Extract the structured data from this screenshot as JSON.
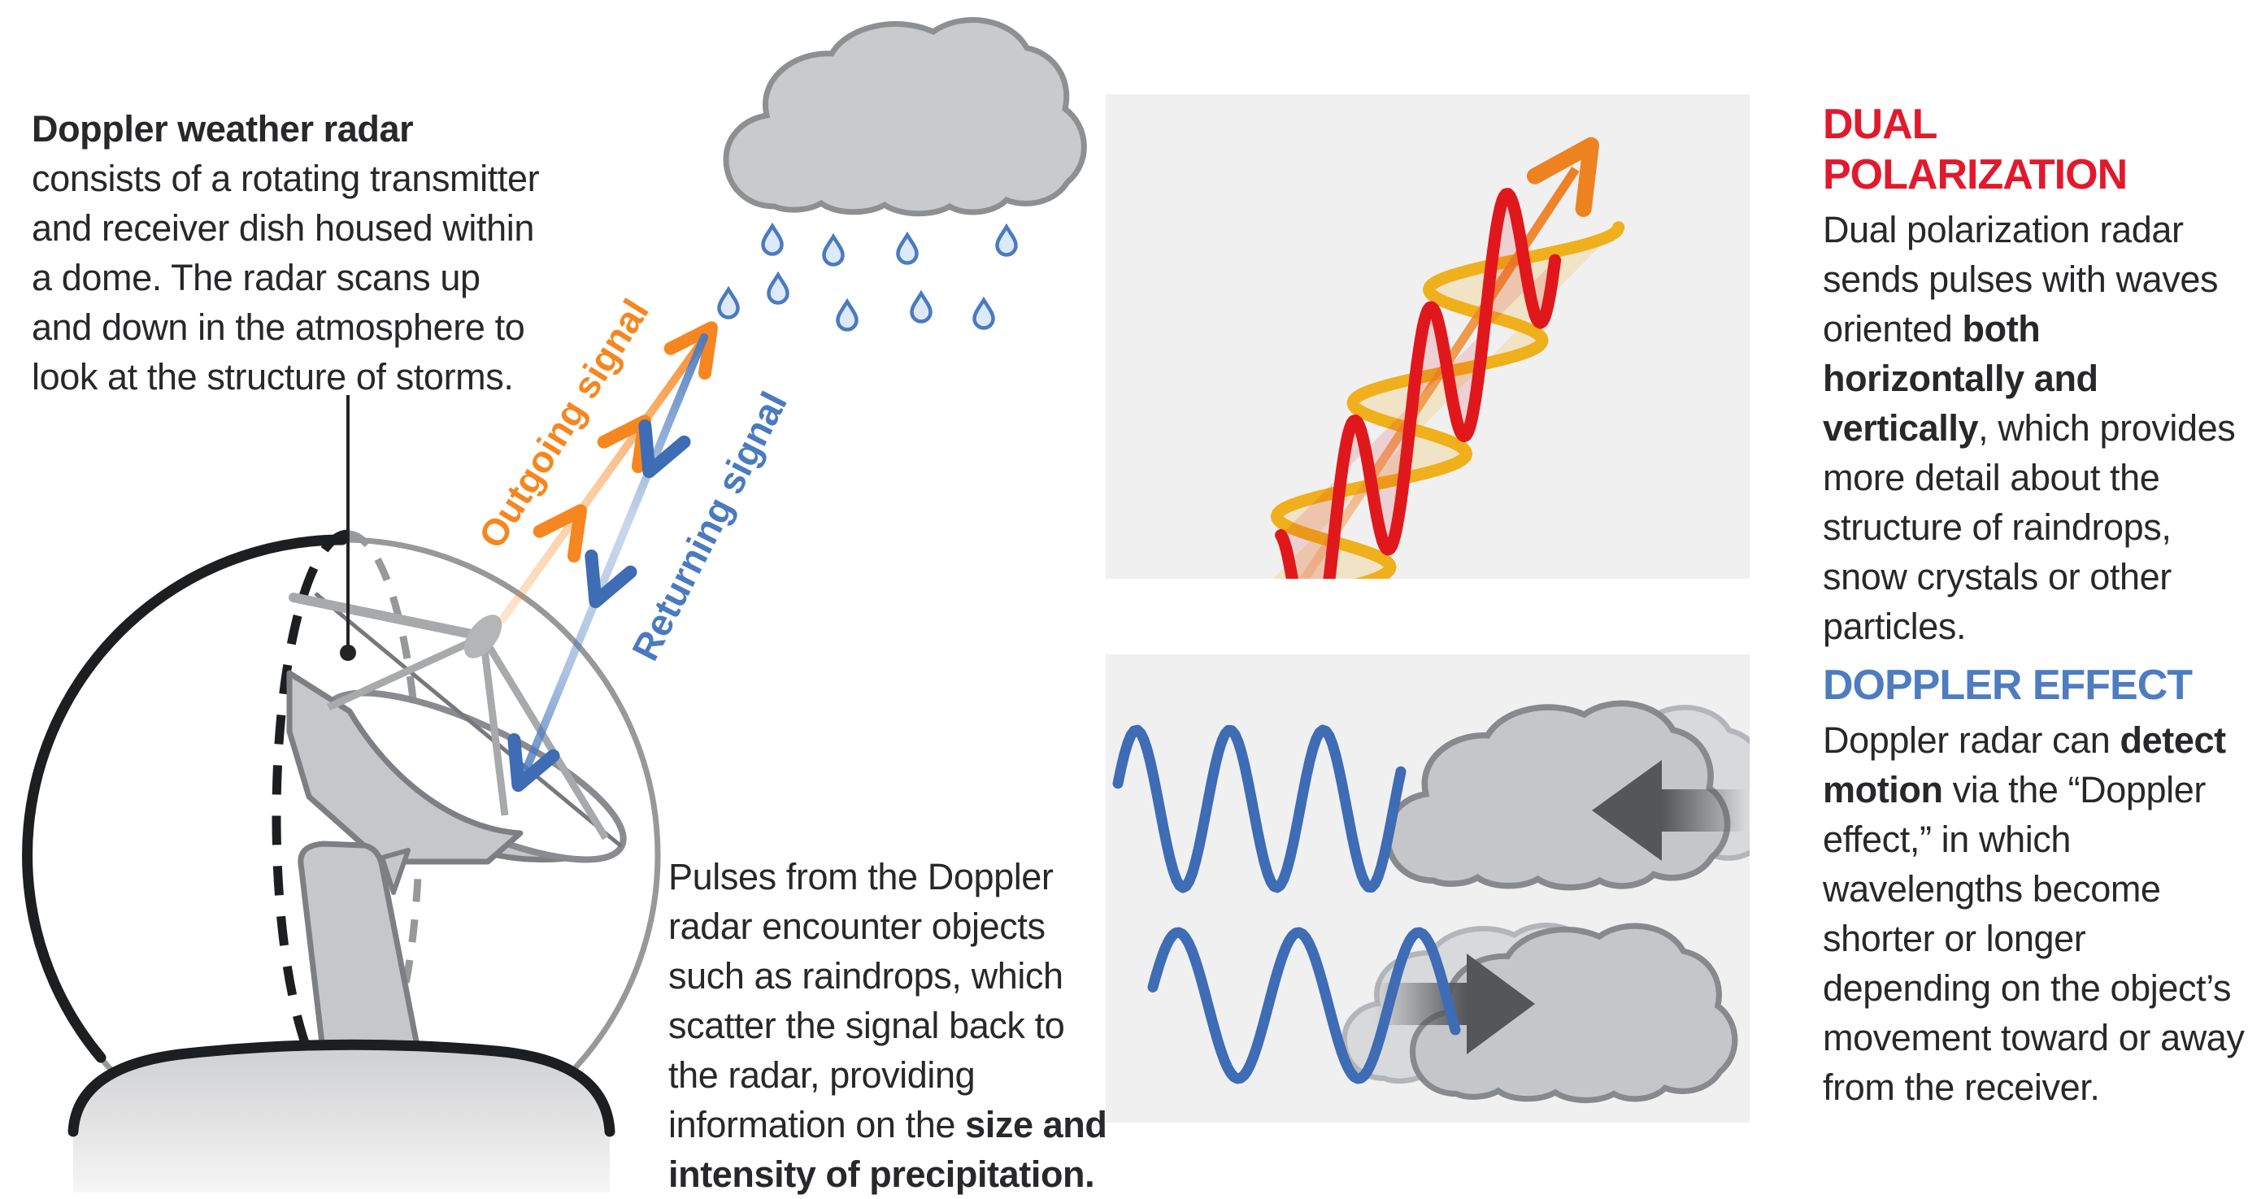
{
  "intro": {
    "bold": "Doppler weather radar",
    "rest": " consists of a rotating transmitter and receiver dish housed within a dome. The radar scans up and down in the atmosphere to look at the structure of storms."
  },
  "signals": {
    "outgoing_label": "Outgoing signal",
    "returning_label": "Returning signal"
  },
  "pulses": {
    "normal": "Pulses from the Doppler radar encounter objects such as raindrops, which scatter the signal back to the radar, providing information on the ",
    "bold": "size and intensity of precipitation."
  },
  "dual_polarization": {
    "title": "DUAL POLARIZATION",
    "before_bold": "Dual polarization radar sends pulses with waves oriented ",
    "bold": "both horizontally and vertically",
    "after_bold": ", which provides more detail about the structure of raindrops, snow crystals or other particles."
  },
  "doppler_effect": {
    "title": "DOPPLER EFFECT",
    "before_bold": "Doppler radar can ",
    "bold": "detect motion",
    "after_bold": " via the “Doppler effect,” in which wavelengths become shorter or longer depending on the object’s movement toward or away from the receiver."
  },
  "colors": {
    "accent_orange": "#F6861F",
    "accent_blue": "#4A7ABF",
    "heading_red": "#E2192C",
    "heading_blue": "#4D7CC0",
    "wave_red": "#E0181C",
    "wave_yellow": "#EFB01C",
    "wave_blue": "#3E6CB5",
    "panel_background": "#F0F0F1",
    "cloud_gray": "#C9CACB",
    "motion_arrow_gray": "#55565A"
  },
  "icons": {
    "radar_dome": "radar-dome-illustration",
    "rain_cloud": "rain-cloud-icon",
    "raindrops": "raindrop-icon",
    "outgoing_beam": "outgoing-signal-arrow",
    "returning_beam": "returning-signal-arrow",
    "polarized_wave_arrow": "dual-polarization-wave-arrow",
    "cloud_approaching": "cloud-approaching-icon",
    "cloud_receding": "cloud-receding-icon"
  }
}
